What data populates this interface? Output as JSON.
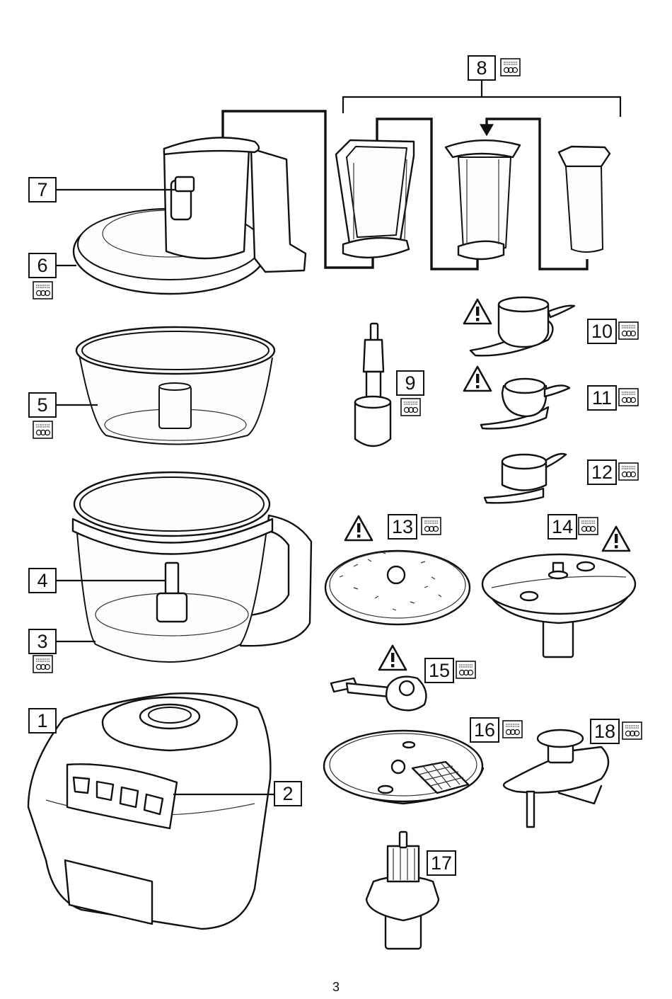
{
  "callouts": {
    "c1": "1",
    "c2": "2",
    "c3": "3",
    "c4": "4",
    "c5": "5",
    "c6": "6",
    "c7": "7",
    "c8": "8",
    "c9": "9",
    "c10": "10",
    "c11": "11",
    "c12": "12",
    "c13": "13",
    "c14": "14",
    "c15": "15",
    "c16": "16",
    "c17": "17",
    "c18": "18"
  },
  "page_number": "3",
  "icons": {
    "warning": "warning-triangle-icon",
    "dishwasher": "dishwasher-safe-icon"
  }
}
